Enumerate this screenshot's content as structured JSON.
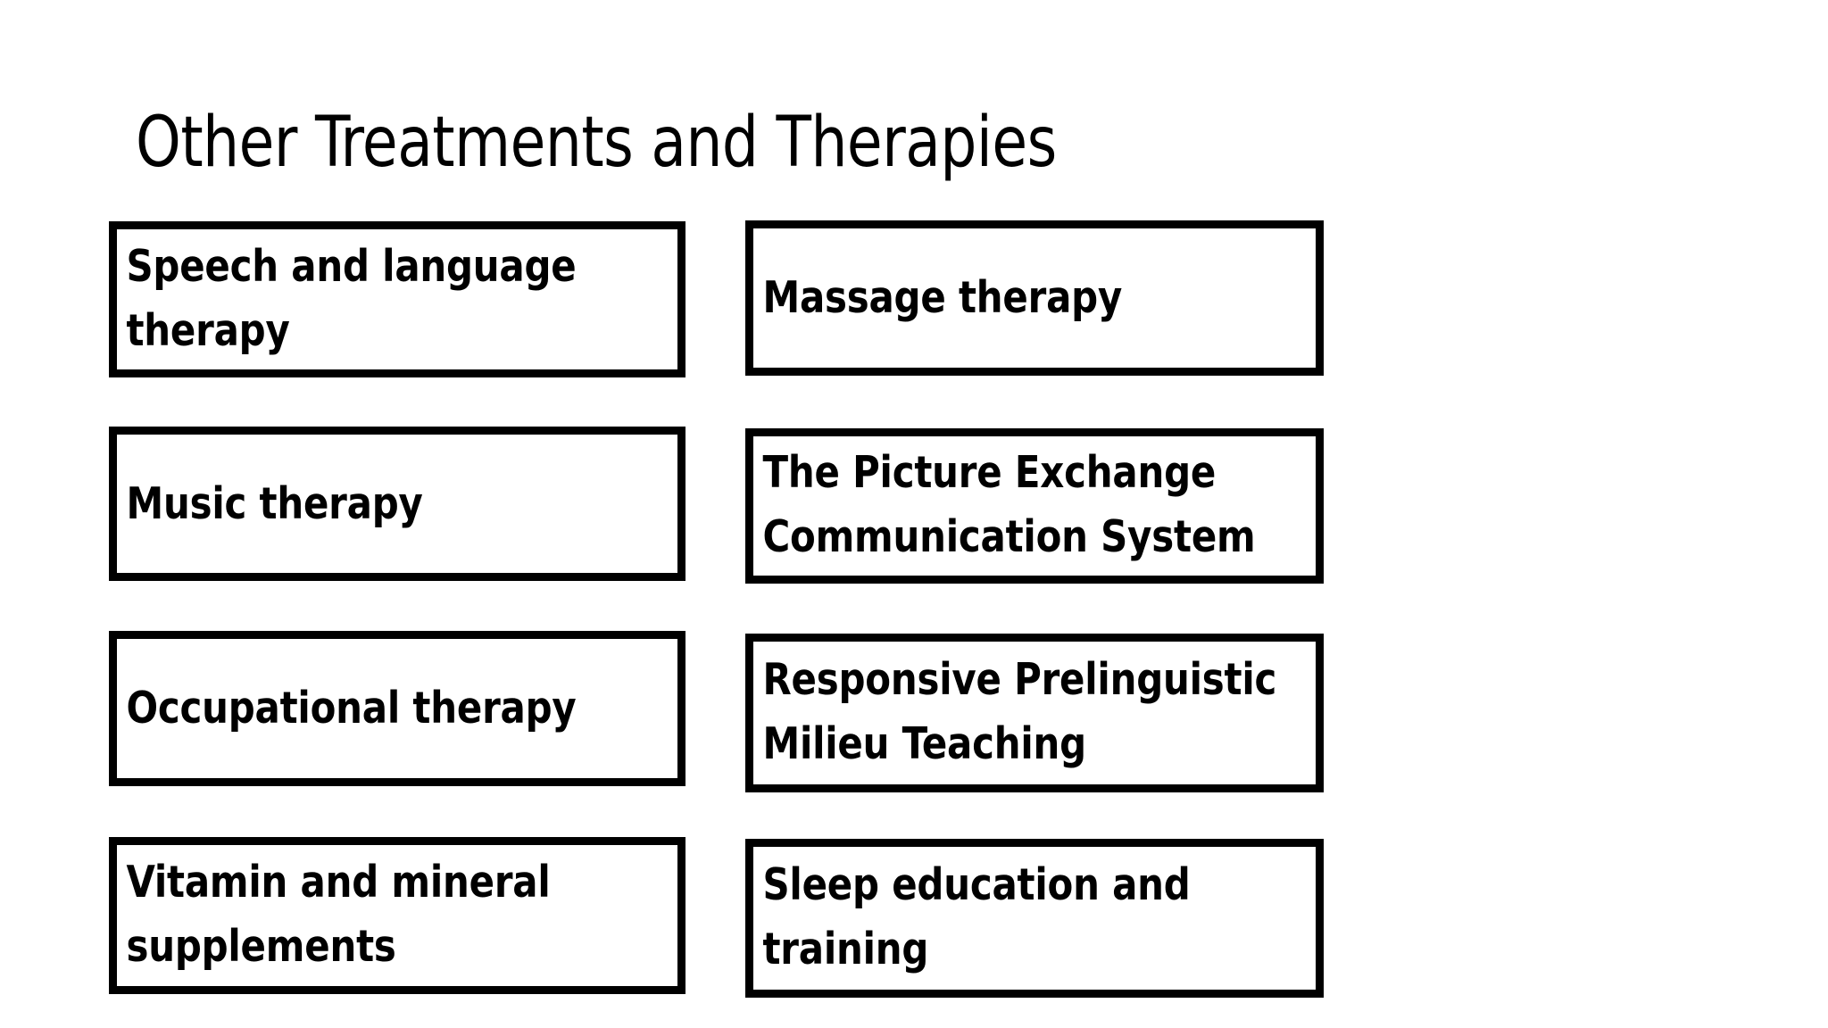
{
  "slide": {
    "title": "Other Treatments and Therapies",
    "background_color": "#ffffff",
    "text_color": "#000000",
    "border_color": "#000000"
  },
  "boxes": {
    "left_column": [
      {
        "id": "speech-and-language-therapy",
        "label": "Speech and language therapy",
        "lines": [
          "Speech and language",
          "therapy"
        ]
      },
      {
        "id": "music-therapy",
        "label": "Music therapy",
        "lines": [
          "Music therapy"
        ]
      },
      {
        "id": "occupational-therapy",
        "label": "Occupational therapy",
        "lines": [
          "Occupational therapy"
        ]
      },
      {
        "id": "vitamin-and-mineral-supplements",
        "label": "Vitamin and mineral supplements",
        "lines": [
          "Vitamin and mineral",
          "supplements"
        ]
      }
    ],
    "right_column": [
      {
        "id": "massage-therapy",
        "label": "Massage therapy",
        "lines": [
          "Massage therapy"
        ]
      },
      {
        "id": "picture-exchange-communication-system",
        "label": "The Picture Exchange Communication System",
        "lines": [
          "The Picture Exchange",
          "Communication System"
        ]
      },
      {
        "id": "responsive-prelinguistic-milieu-teaching",
        "label": "Responsive Prelinguistic Milieu Teaching",
        "lines": [
          "Responsive Prelinguistic",
          "Milieu Teaching"
        ]
      },
      {
        "id": "sleep-education-and-training",
        "label": "Sleep education and training",
        "lines": [
          "Sleep education and",
          "training"
        ]
      }
    ]
  }
}
